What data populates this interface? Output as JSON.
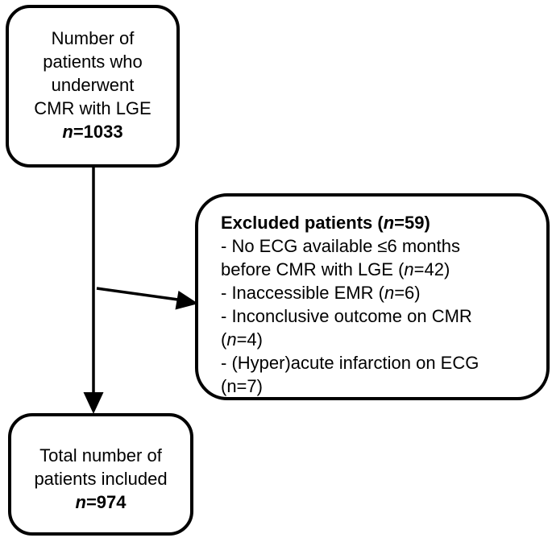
{
  "colors": {
    "background": "#ffffff",
    "ink": "#000000"
  },
  "flowchart": {
    "top_box": {
      "label": "Number of patients who underwent CMR with LGE n=1033",
      "n": 1033,
      "lines": [
        [
          {
            "t": "Number of"
          }
        ],
        [
          {
            "t": "patients who"
          }
        ],
        [
          {
            "t": "underwent"
          }
        ],
        [
          {
            "t": "CMR with LGE"
          }
        ],
        [
          {
            "t": "n",
            "b": true,
            "i": true
          },
          {
            "t": "=1033",
            "b": true
          }
        ]
      ]
    },
    "excluded_box": {
      "label": "Excluded patients (n=59)",
      "n": 59,
      "reasons": [
        {
          "text": "No ECG available ≤6 months before CMR with LGE",
          "n": 42
        },
        {
          "text": "Inaccessible EMR",
          "n": 6
        },
        {
          "text": "Inconclusive outcome on CMR",
          "n": 4
        },
        {
          "text": "(Hyper)acute infarction on ECG",
          "n": 7
        }
      ],
      "lines": [
        [
          {
            "t": "Excluded patients (",
            "b": true
          },
          {
            "t": "n",
            "b": true,
            "i": true
          },
          {
            "t": "=59)",
            "b": true
          }
        ],
        [
          {
            "t": "- No ECG available ≤6 months"
          }
        ],
        [
          {
            "t": "before CMR with LGE ("
          },
          {
            "t": "n",
            "i": true
          },
          {
            "t": "=42)"
          }
        ],
        [
          {
            "t": "- Inaccessible EMR ("
          },
          {
            "t": "n",
            "i": true
          },
          {
            "t": "=6)"
          }
        ],
        [
          {
            "t": "- Inconclusive outcome on CMR"
          }
        ],
        [
          {
            "t": "("
          },
          {
            "t": "n",
            "i": true
          },
          {
            "t": "=4)"
          }
        ],
        [
          {
            "t": "- (Hyper)acute infarction on ECG"
          }
        ],
        [
          {
            "t": "(n=7)"
          }
        ]
      ]
    },
    "bottom_box": {
      "label": "Total number of patients included n=974",
      "n": 974,
      "lines": [
        [
          {
            "t": "Total number of"
          }
        ],
        [
          {
            "t": "patients included"
          }
        ],
        [
          {
            "t": "n",
            "b": true,
            "i": true
          },
          {
            "t": "=974",
            "b": true
          }
        ]
      ]
    }
  }
}
